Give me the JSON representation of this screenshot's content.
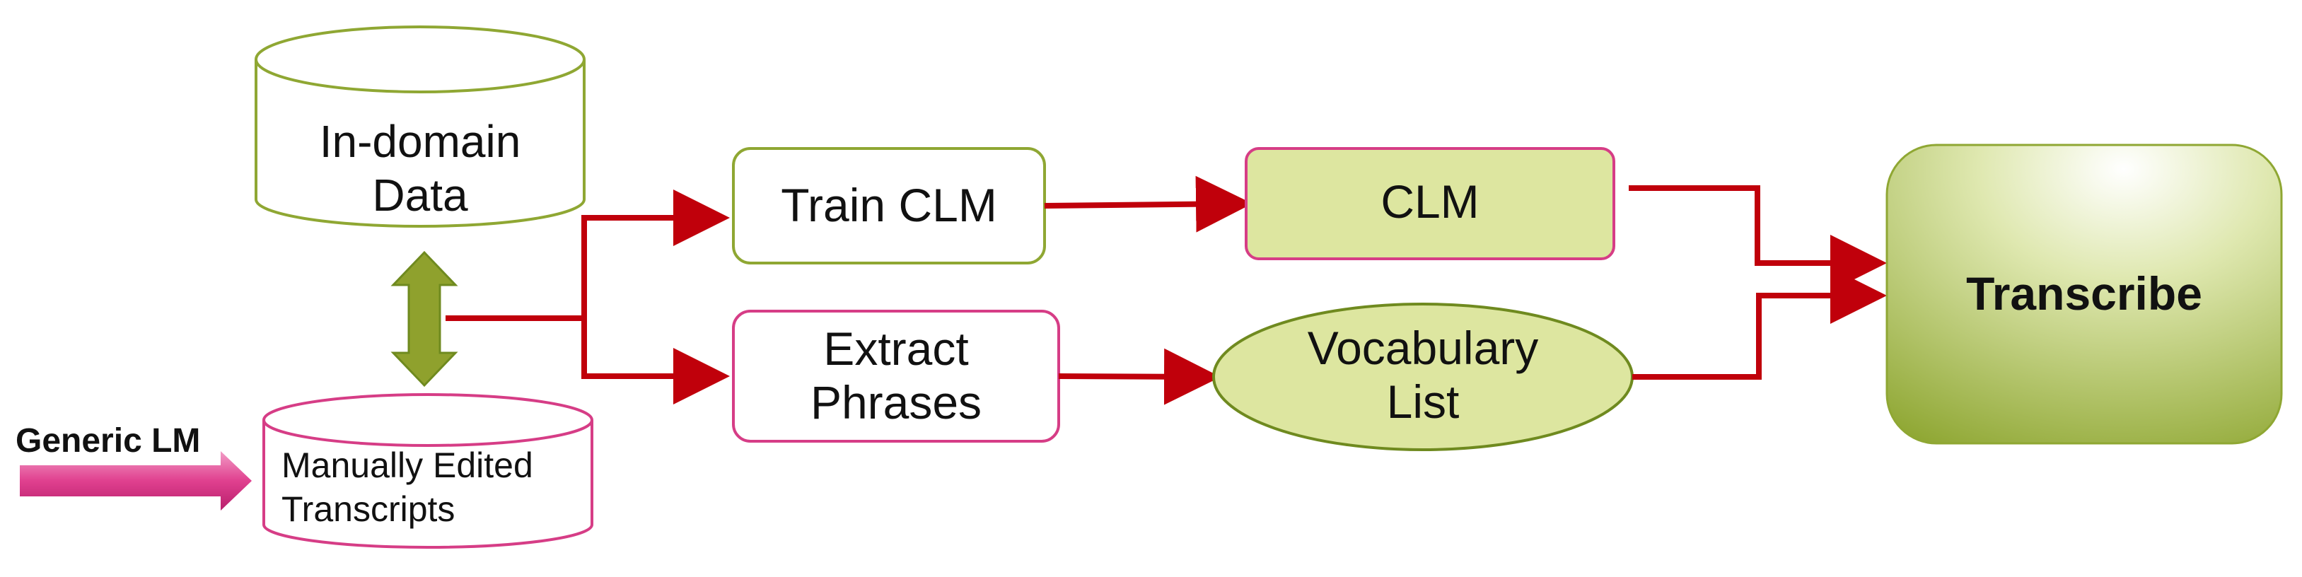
{
  "diagram": {
    "nodes": {
      "in_domain_data": {
        "lines": [
          "In-domain",
          "Data"
        ],
        "shape": "cylinder"
      },
      "manual_transcripts": {
        "lines": [
          "Manually Edited",
          "Transcripts"
        ],
        "shape": "cylinder"
      },
      "generic_lm": {
        "label": "Generic LM"
      },
      "train_clm": {
        "label": "Train CLM"
      },
      "extract_phrases": {
        "lines": [
          "Extract",
          "Phrases"
        ]
      },
      "clm": {
        "label": "CLM"
      },
      "vocabulary_list": {
        "lines": [
          "Vocabulary",
          "List"
        ],
        "shape": "ellipse"
      },
      "transcribe": {
        "label": "Transcribe"
      }
    },
    "colors": {
      "olive": "#8fa733",
      "pink": "#d63d86",
      "pale_green": "#dde6a0",
      "arrow_red": "#c0000b",
      "transcribe_light": "#f5f8e6",
      "transcribe_dark": "#8fa733"
    }
  }
}
